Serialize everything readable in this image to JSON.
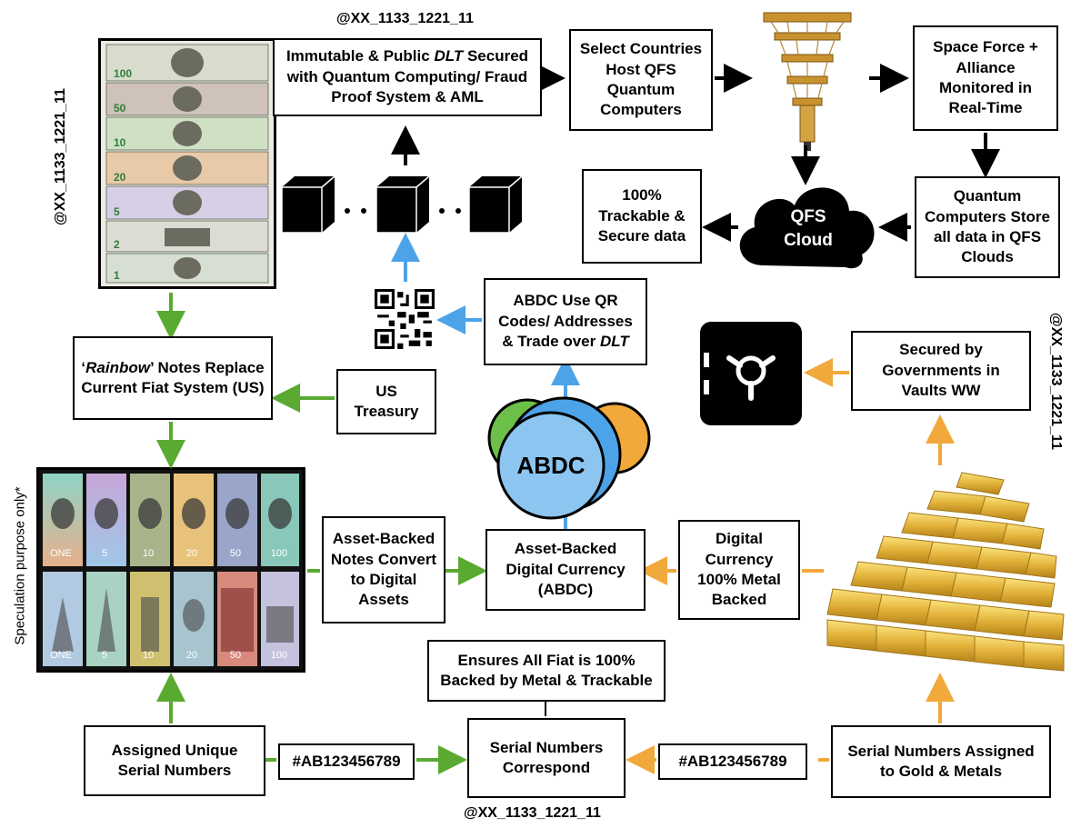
{
  "watermarks": {
    "top": "@XX_1133_1221_11",
    "left": "@XX_1133_1221_11",
    "right": "@XX_1133_1221_11",
    "bottom": "@XX_1133_1221_11"
  },
  "side_note": "Speculation purpose only*",
  "boxes": {
    "immutable_dlt": {
      "pre": "Immutable & Public ",
      "em": "DLT",
      "post": " Secured with Quantum Computing/ Fraud Proof System & AML"
    },
    "select_countries": "Select Countries Host QFS Quantum Computers",
    "space_force": "Space Force + Alliance Monitored in Real-Time",
    "trackable": "100% Trackable & Secure data",
    "quantum_store": "Quantum Computers Store all data in QFS Clouds",
    "abdc_qr": {
      "strong": "ABDC",
      "mid": " Use QR Codes/ Addresses & Trade over ",
      "em": "DLT"
    },
    "rainbow": {
      "q1": "‘",
      "em": "Rainbow",
      "rest": "’ Notes Replace Current Fiat System (US)"
    },
    "us_treasury": "US Treasury",
    "secured_govt": "Secured by Governments in Vaults WW",
    "asset_notes": "Asset-Backed Notes Convert to Digital Assets",
    "abdc_currency": {
      "text": "Asset-Backed Digital Currency",
      "strong": "(ABDC)"
    },
    "digital_metal": "Digital Currency 100% Metal Backed",
    "ensures": "Ensures All Fiat is 100% Backed by Metal & Trackable",
    "assigned_unique": "Assigned Unique Serial Numbers",
    "serial_code_left": "#AB123456789",
    "serial_correspond": "Serial Numbers Correspond",
    "serial_code_right": "#AB123456789",
    "serial_gold": "Serial Numbers Assigned to Gold & Metals"
  },
  "cloud_label": [
    "QFS",
    "Cloud"
  ],
  "coin_label": "ABDC",
  "banknotes_top": [
    "ONE",
    "5",
    "10",
    "20",
    "50",
    "100"
  ],
  "banknotes_bottom": [
    "ONE",
    "5",
    "10",
    "20",
    "50",
    "100"
  ],
  "colors": {
    "green": "#5aaa32",
    "blue": "#4da3e8",
    "orange": "#f2a93b",
    "black": "#000000"
  }
}
